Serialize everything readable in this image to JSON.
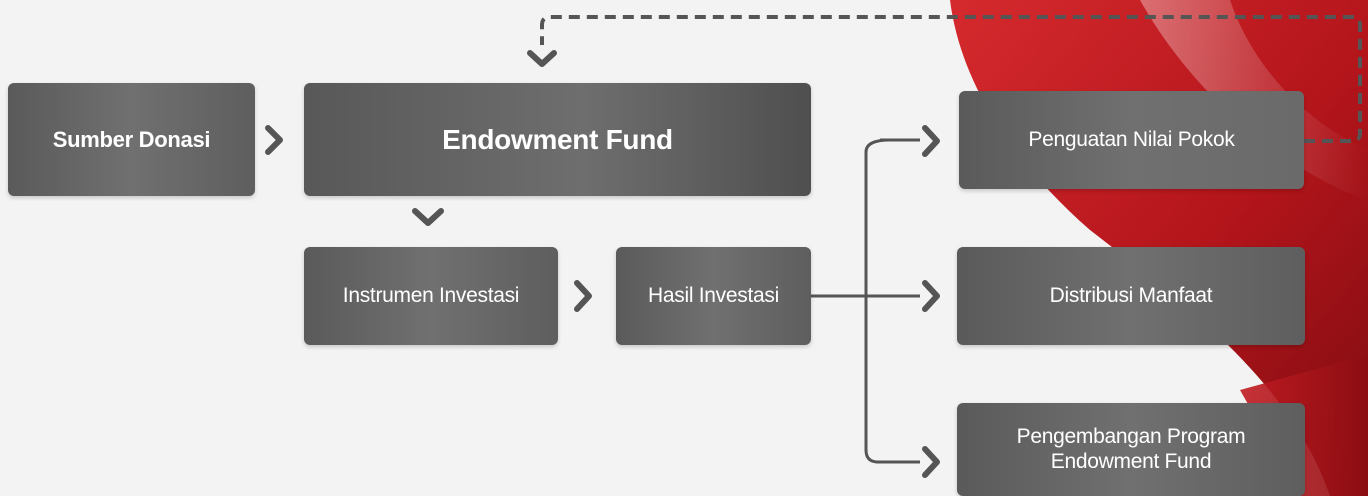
{
  "diagram": {
    "nodes": {
      "sumber_donasi": "Sumber Donasi",
      "endowment_fund": "Endowment Fund",
      "instrumen_investasi": "Instrumen Investasi",
      "hasil_investasi": "Hasil Investasi",
      "penguatan_nilai_pokok": "Penguatan Nilai Pokok",
      "distribusi_manfaat": "Distribusi Manfaat",
      "pengembangan_program_line1": "Pengembangan Program",
      "pengembangan_program_line2": "Endowment Fund"
    },
    "edges": [
      {
        "from": "Sumber Donasi",
        "to": "Endowment Fund"
      },
      {
        "from": "Endowment Fund",
        "to": "Instrumen Investasi"
      },
      {
        "from": "Instrumen Investasi",
        "to": "Hasil Investasi"
      },
      {
        "from": "Hasil Investasi",
        "to": "Penguatan Nilai Pokok"
      },
      {
        "from": "Hasil Investasi",
        "to": "Distribusi Manfaat"
      },
      {
        "from": "Hasil Investasi",
        "to": "Pengembangan Program Endowment Fund"
      },
      {
        "from": "Penguatan Nilai Pokok",
        "to": "Endowment Fund",
        "style": "dashed"
      }
    ],
    "colors": {
      "box": "#666666",
      "arrow": "#555555",
      "accent": "#b3151b"
    }
  }
}
